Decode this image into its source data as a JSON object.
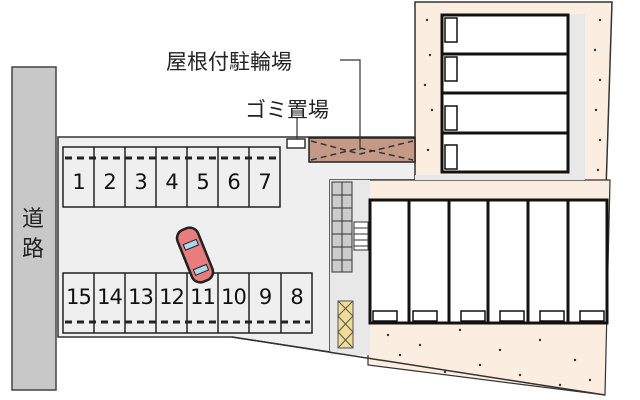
{
  "labels": {
    "covered_bicycle_parking": "屋根付駐輪場",
    "garbage_area": "ゴミ置場",
    "road": "道路"
  },
  "parking_top": [
    "1",
    "2",
    "3",
    "4",
    "5",
    "6",
    "7"
  ],
  "parking_bottom": [
    "15",
    "14",
    "13",
    "12",
    "11",
    "10",
    "9",
    "8"
  ],
  "colors": {
    "road": "#c8c8c8",
    "lot": "#efefef",
    "ground": "#fbeee0",
    "bike_shelter": "#c49a86",
    "car_body": "#e87d7d",
    "car_window": "#a9d8ef",
    "crate": "#f0dc96"
  }
}
